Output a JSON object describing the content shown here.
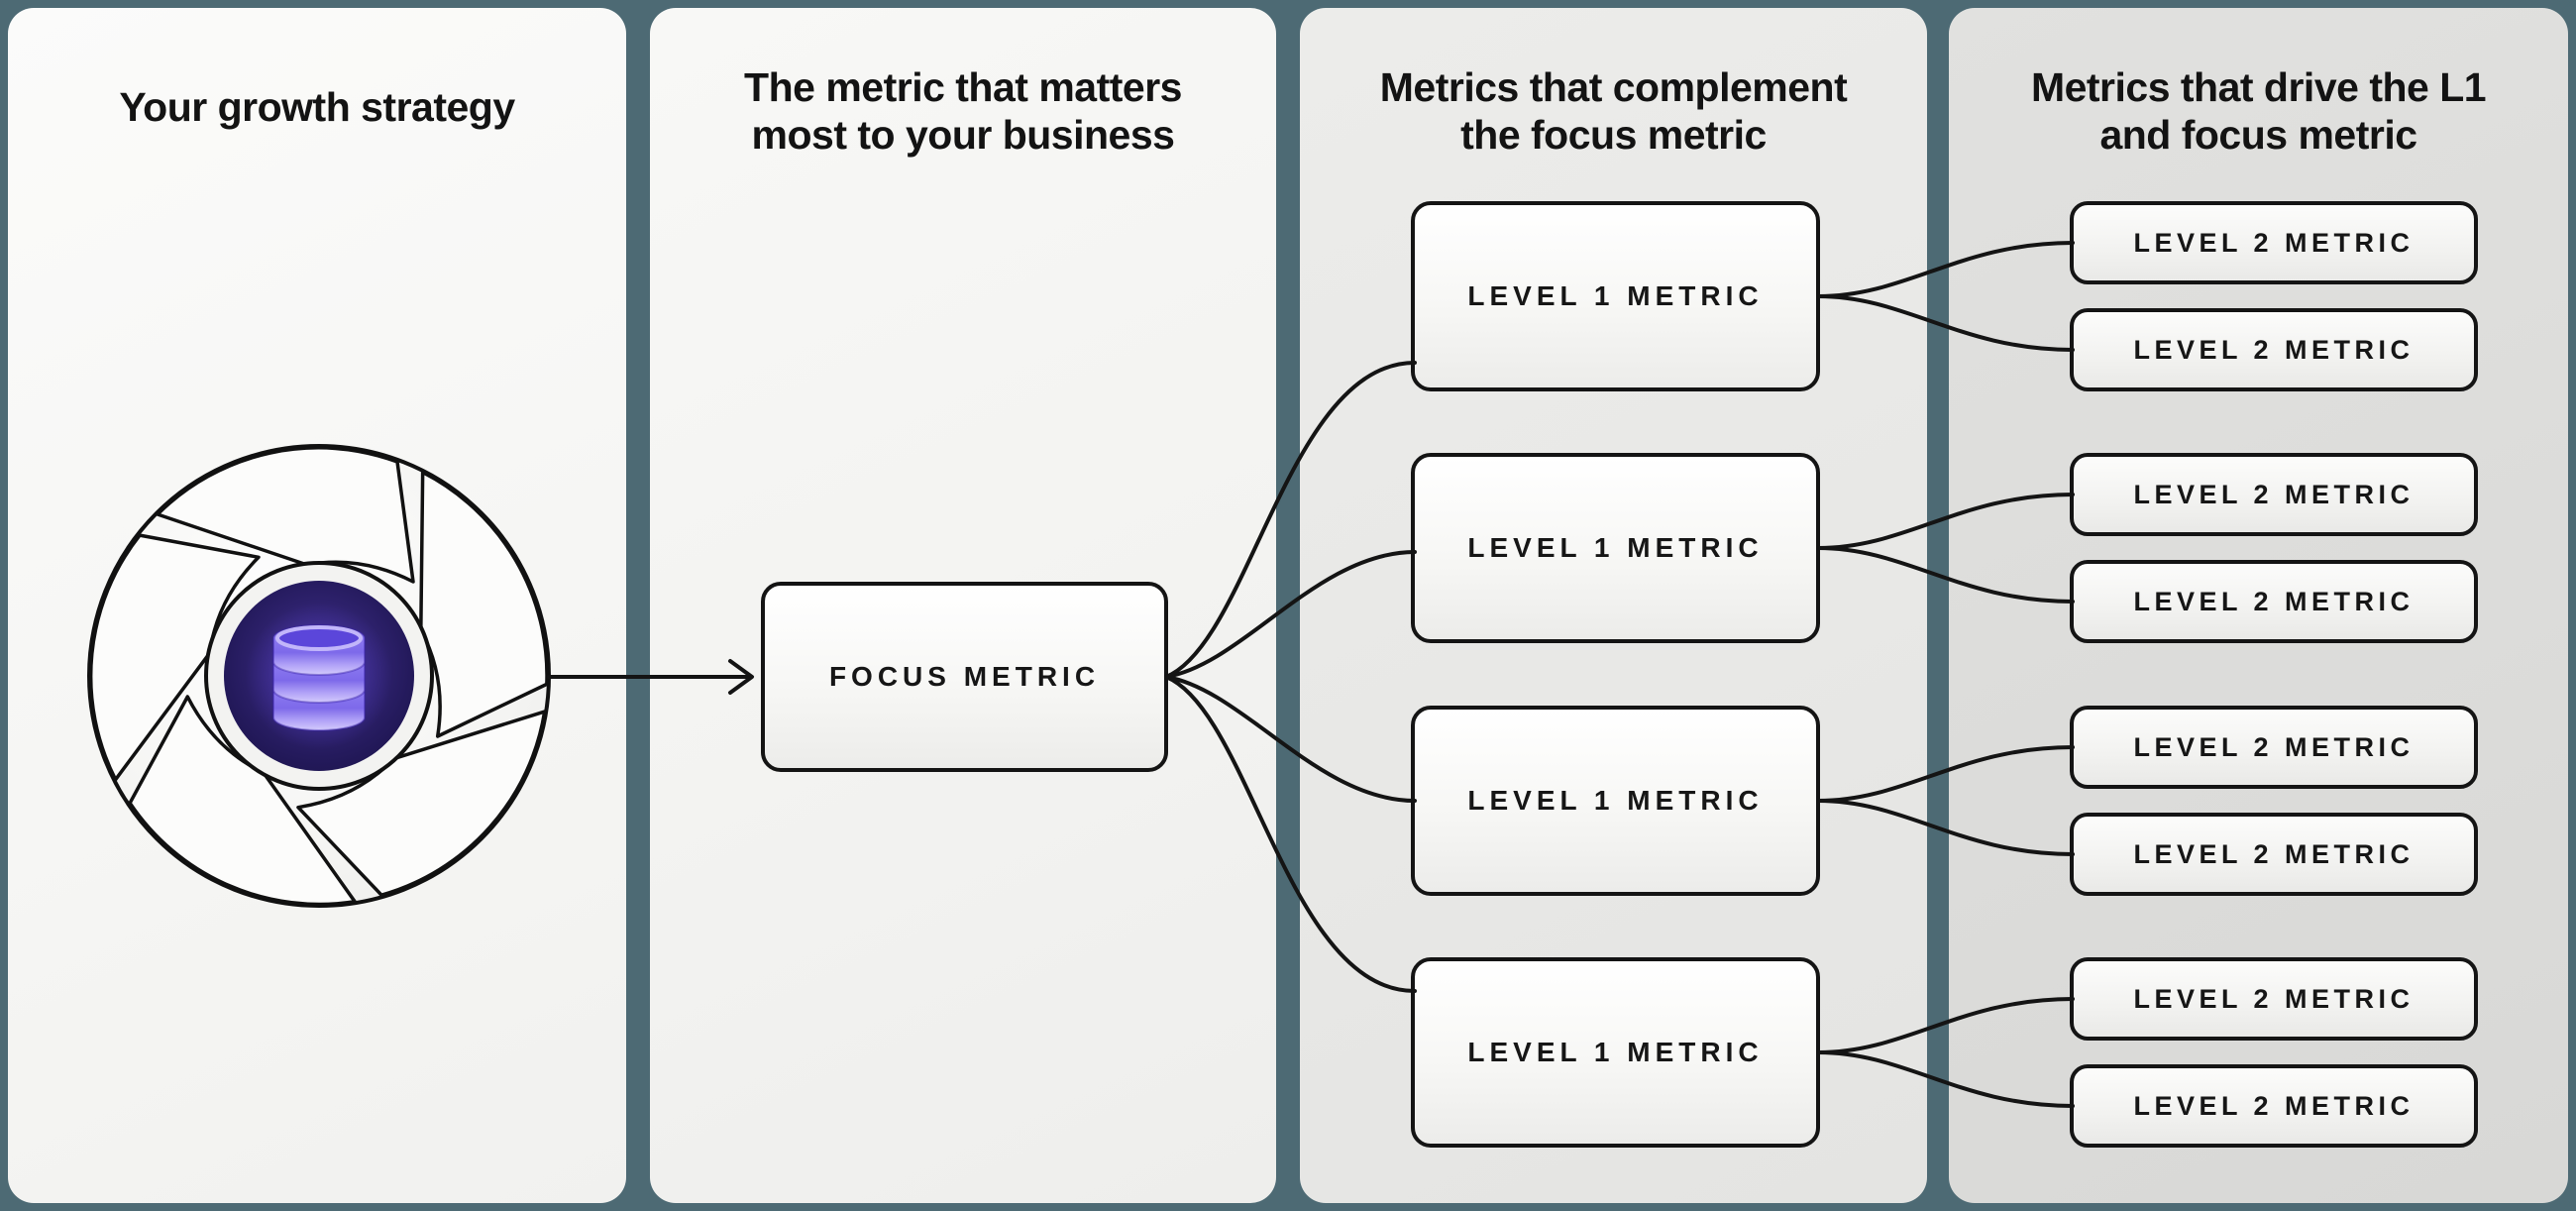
{
  "page": {
    "description": "Growth strategy metrics tree diagram",
    "background_color": "#4d6a74"
  },
  "columns": [
    {
      "title_lines": [
        "Your growth strategy"
      ],
      "card_color": "#f7f7f5"
    },
    {
      "title_lines": [
        "The metric that matters",
        "most to your business"
      ],
      "card_color": "#f4f4f2",
      "box": {
        "label": "FOCUS METRIC"
      }
    },
    {
      "title_lines": [
        "Metrics that complement",
        "the focus metric"
      ],
      "card_color": "#e9e9e7",
      "boxes": [
        {
          "label": "LEVEL 1 METRIC"
        },
        {
          "label": "LEVEL 1 METRIC"
        },
        {
          "label": "LEVEL 1 METRIC"
        },
        {
          "label": "LEVEL 1 METRIC"
        }
      ]
    },
    {
      "title_lines": [
        "Metrics that drive the L1",
        "and focus metric"
      ],
      "card_color": "#dddddb",
      "boxes": [
        {
          "label": "LEVEL 2 METRIC"
        },
        {
          "label": "LEVEL 2 METRIC"
        },
        {
          "label": "LEVEL 2 METRIC"
        },
        {
          "label": "LEVEL 2 METRIC"
        },
        {
          "label": "LEVEL 2 METRIC"
        },
        {
          "label": "LEVEL 2 METRIC"
        },
        {
          "label": "LEVEL 2 METRIC"
        },
        {
          "label": "LEVEL 2 METRIC"
        }
      ]
    }
  ],
  "icons": {
    "flywheel": "growth-flywheel-icon",
    "database": "database-icon",
    "arrow": "arrow-right-icon"
  },
  "colors": {
    "connector_line": "#141414",
    "box_border": "#141414",
    "database_purple": "#7d69ea",
    "database_highlight": "#d4cbfc",
    "database_circle_dark": "#241a5c"
  }
}
